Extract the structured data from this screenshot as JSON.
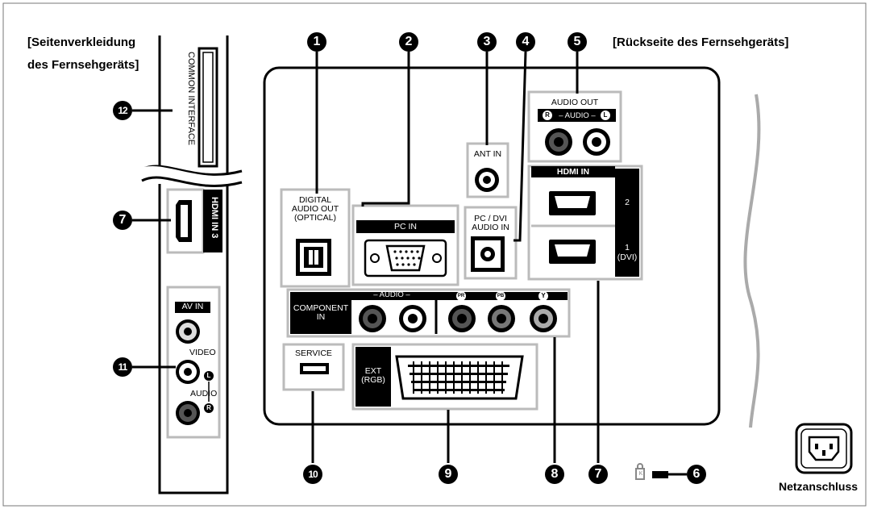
{
  "headings": {
    "side_line1": "[Seitenverkleidung",
    "side_line2": "des Fernsehgeräts]",
    "rear": "[Rückseite des Fernsehgeräts]",
    "power": "Netzanschluss"
  },
  "callouts": [
    "1",
    "2",
    "3",
    "4",
    "5",
    "6",
    "7",
    "7",
    "8",
    "9",
    "10",
    "11",
    "12"
  ],
  "side_panel": {
    "common_interface": "COMMON INTERFACE",
    "hdmi3": "HDMI IN 3",
    "av_in": "AV IN",
    "video": "VIDEO",
    "audio": "AUDIO",
    "l": "L",
    "r": "R"
  },
  "rear_panel": {
    "digital_audio_1": "DIGITAL",
    "digital_audio_2": "AUDIO OUT",
    "digital_audio_3": "(OPTICAL)",
    "pc_in": "PC IN",
    "ant_in": "ANT IN",
    "pc_dvi_1": "PC / DVI",
    "pc_dvi_2": "AUDIO IN",
    "audio_out": "AUDIO OUT",
    "audio_rl": "– AUDIO –",
    "r": "R",
    "l": "L",
    "hdmi_in": "HDMI IN",
    "hdmi_2": "2",
    "hdmi_1": "1",
    "hdmi_dvi": "(DVI)",
    "component_1": "COMPONENT",
    "component_2": "IN",
    "pr": "PR",
    "pb": "PB",
    "y": "Y",
    "service": "SERVICE",
    "ext_1": "EXT",
    "ext_2": "(RGB)",
    "k": "K"
  }
}
